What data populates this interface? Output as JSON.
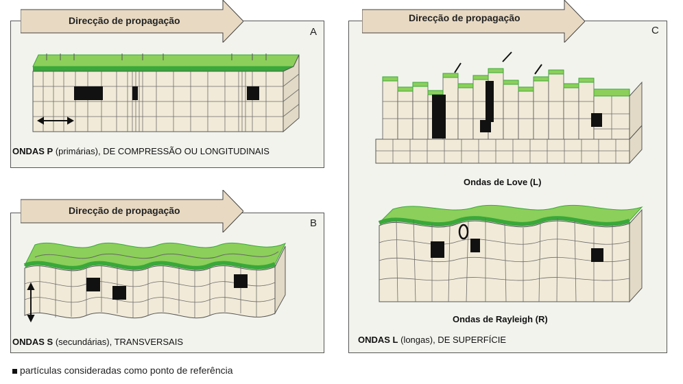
{
  "panel_a": {
    "direction": "Direcção de propagação",
    "letter": "A",
    "caption_bold": "ONDAS P",
    "caption_rest": " (primárias), DE COMPRESSÃO OU LONGITUDINAIS"
  },
  "panel_b": {
    "direction": "Direcção de propagação",
    "letter": "B",
    "caption_bold": "ONDAS S",
    "caption_rest": " (secundárias), TRANSVERSAIS"
  },
  "panel_c": {
    "direction": "Direcção de propagação",
    "letter": "C",
    "love_label": "Ondas de Love (L)",
    "rayleigh_label": "Ondas de Rayleigh (R)",
    "caption_bold": "ONDAS L",
    "caption_rest": " (longas), DE SUPERFÍCIE"
  },
  "legend": {
    "text": "partículas consideradas como ponto de referência"
  },
  "colors": {
    "grass": "#8ccf5a",
    "grass_dark": "#3aa83a",
    "block": "#f1ead8",
    "grid": "#6b6b6b",
    "particle": "#111111",
    "arrow_fill": "#e8d9c2"
  }
}
